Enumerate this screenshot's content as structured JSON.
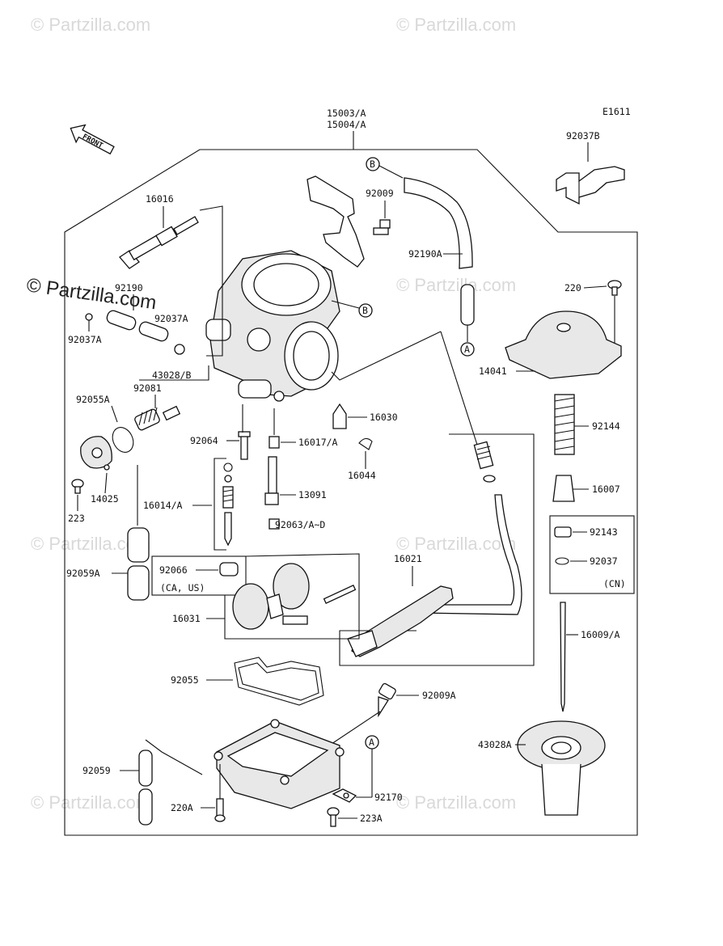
{
  "diagram": {
    "ref": "E1611",
    "watermarks": [
      "© Partzilla.com",
      "© Partzilla.com",
      "© Partzilla.com",
      "© Partzilla.com",
      "© Partzilla.com",
      "© Partzilla.com",
      "© Partzilla.com",
      "© Partzilla.com"
    ],
    "watermark_main": "© Partzilla.com",
    "front_arrow": "FRONT",
    "callouts": {
      "a": "A",
      "b": "B"
    },
    "labels": {
      "p15003": "15003/A",
      "p15004": "15004/A",
      "p92037B": "92037B",
      "p92009": "92009",
      "p92190A": "92190A",
      "p16016": "16016",
      "p92190": "92190",
      "p92037A_l": "92037A",
      "p92037A_r": "92037A",
      "p220": "220",
      "p14041": "14041",
      "p43028B": "43028/B",
      "p92081": "92081",
      "p92055A": "92055A",
      "p16030": "16030",
      "p92144": "92144",
      "p92064": "92064",
      "p16017A": "16017/A",
      "p16044": "16044",
      "p16007": "16007",
      "p14025": "14025",
      "p223": "223",
      "p16014A": "16014/A",
      "p13091": "13091",
      "p92063": "92063/A~D",
      "p92143": "92143",
      "p92037": "92037",
      "pCN": "(CN)",
      "p16021": "16021",
      "p92066": "92066",
      "pCAUS": "(CA, US)",
      "p92059A": "92059A",
      "p16031": "16031",
      "p16009A": "16009/A",
      "p92055": "92055",
      "p92009A": "92009A",
      "p43028A": "43028A",
      "p92059": "92059",
      "p92170": "92170",
      "p220A": "220A",
      "p223A": "223A"
    }
  }
}
